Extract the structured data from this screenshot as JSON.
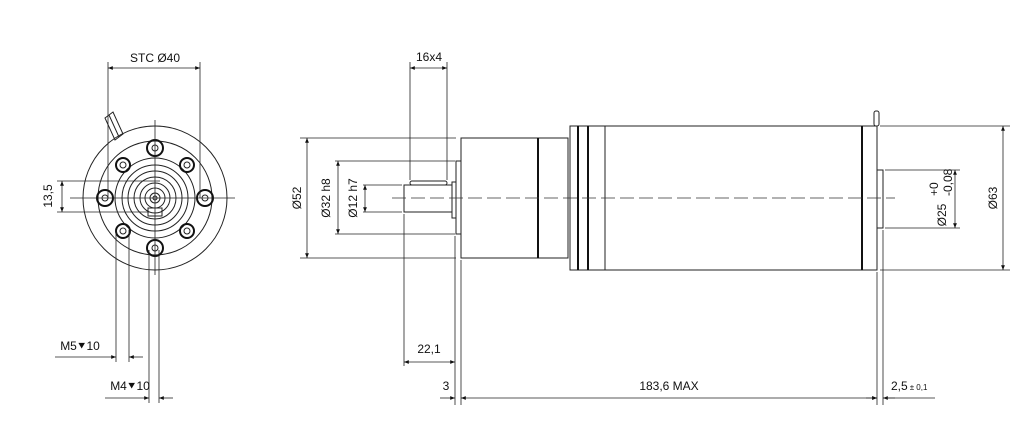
{
  "front_view": {
    "stc_label": "STC Ø40",
    "offset_label": "13,5",
    "m5_label": "M5⯆10",
    "m4_label": "M4⯆10"
  },
  "side_view": {
    "keyway_label": "16x4",
    "d52_label": "Ø52",
    "d32_label": "Ø32 h8",
    "d12_label": "Ø12 h7",
    "shaft_length_label": "22,1",
    "flange_label": "3",
    "total_length_label": "183,6 MAX",
    "d25_label": "Ø25",
    "d25_tol_upper": "+0",
    "d25_tol_lower": "-0,08",
    "d63_label": "Ø63",
    "end_label": "2,5",
    "end_tol": "± 0,1"
  }
}
